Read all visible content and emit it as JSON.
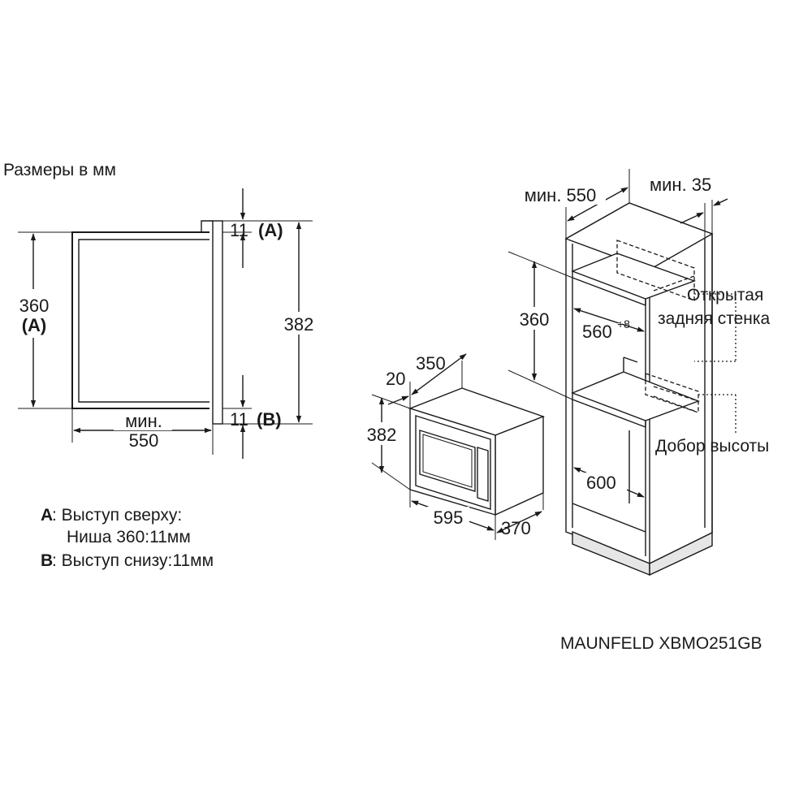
{
  "title": "Размеры в мм",
  "left_view": {
    "height_main": "360",
    "height_main_ref": "(A)",
    "height_total": "382",
    "top_offset": "11",
    "top_offset_ref": "(A)",
    "bottom_offset": "11",
    "bottom_offset_ref": "(B)",
    "depth_line1": "мин.",
    "depth_line2": "550"
  },
  "microwave": {
    "front_depth": "20",
    "top_depth": "350",
    "height": "382",
    "width": "595",
    "side_depth": "370"
  },
  "cabinet": {
    "min_depth": "мин. 550",
    "min_gap": "мин. 35",
    "niche_height": "360",
    "niche_width": "560",
    "niche_width_tol": "+8",
    "inner_width": "600",
    "label_open_back_1": "Открытая",
    "label_open_back_2": "задняя стенка",
    "label_height_fill": "Добор высоты"
  },
  "legend": {
    "a_key": "A",
    "a_text": ": Выступ сверху:",
    "a_text2": "Ниша 360:11мм",
    "b_key": "B",
    "b_text": ": Выступ снизу:11мм"
  },
  "model": "MAUNFELD XBMO251GB"
}
